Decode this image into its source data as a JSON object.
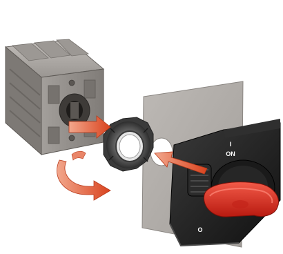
{
  "diagram": {
    "handle_markings": {
      "on_symbol": "I",
      "on_label": "ON",
      "off_symbol": "O"
    },
    "colors": {
      "switch_body": "#8e8a86",
      "panel": "#b4b0ac",
      "nut": "#4a4a4a",
      "handle_housing": "#1e1e1e",
      "handle_knob": "#e12c1c",
      "arrow": "#e15f3a"
    }
  }
}
